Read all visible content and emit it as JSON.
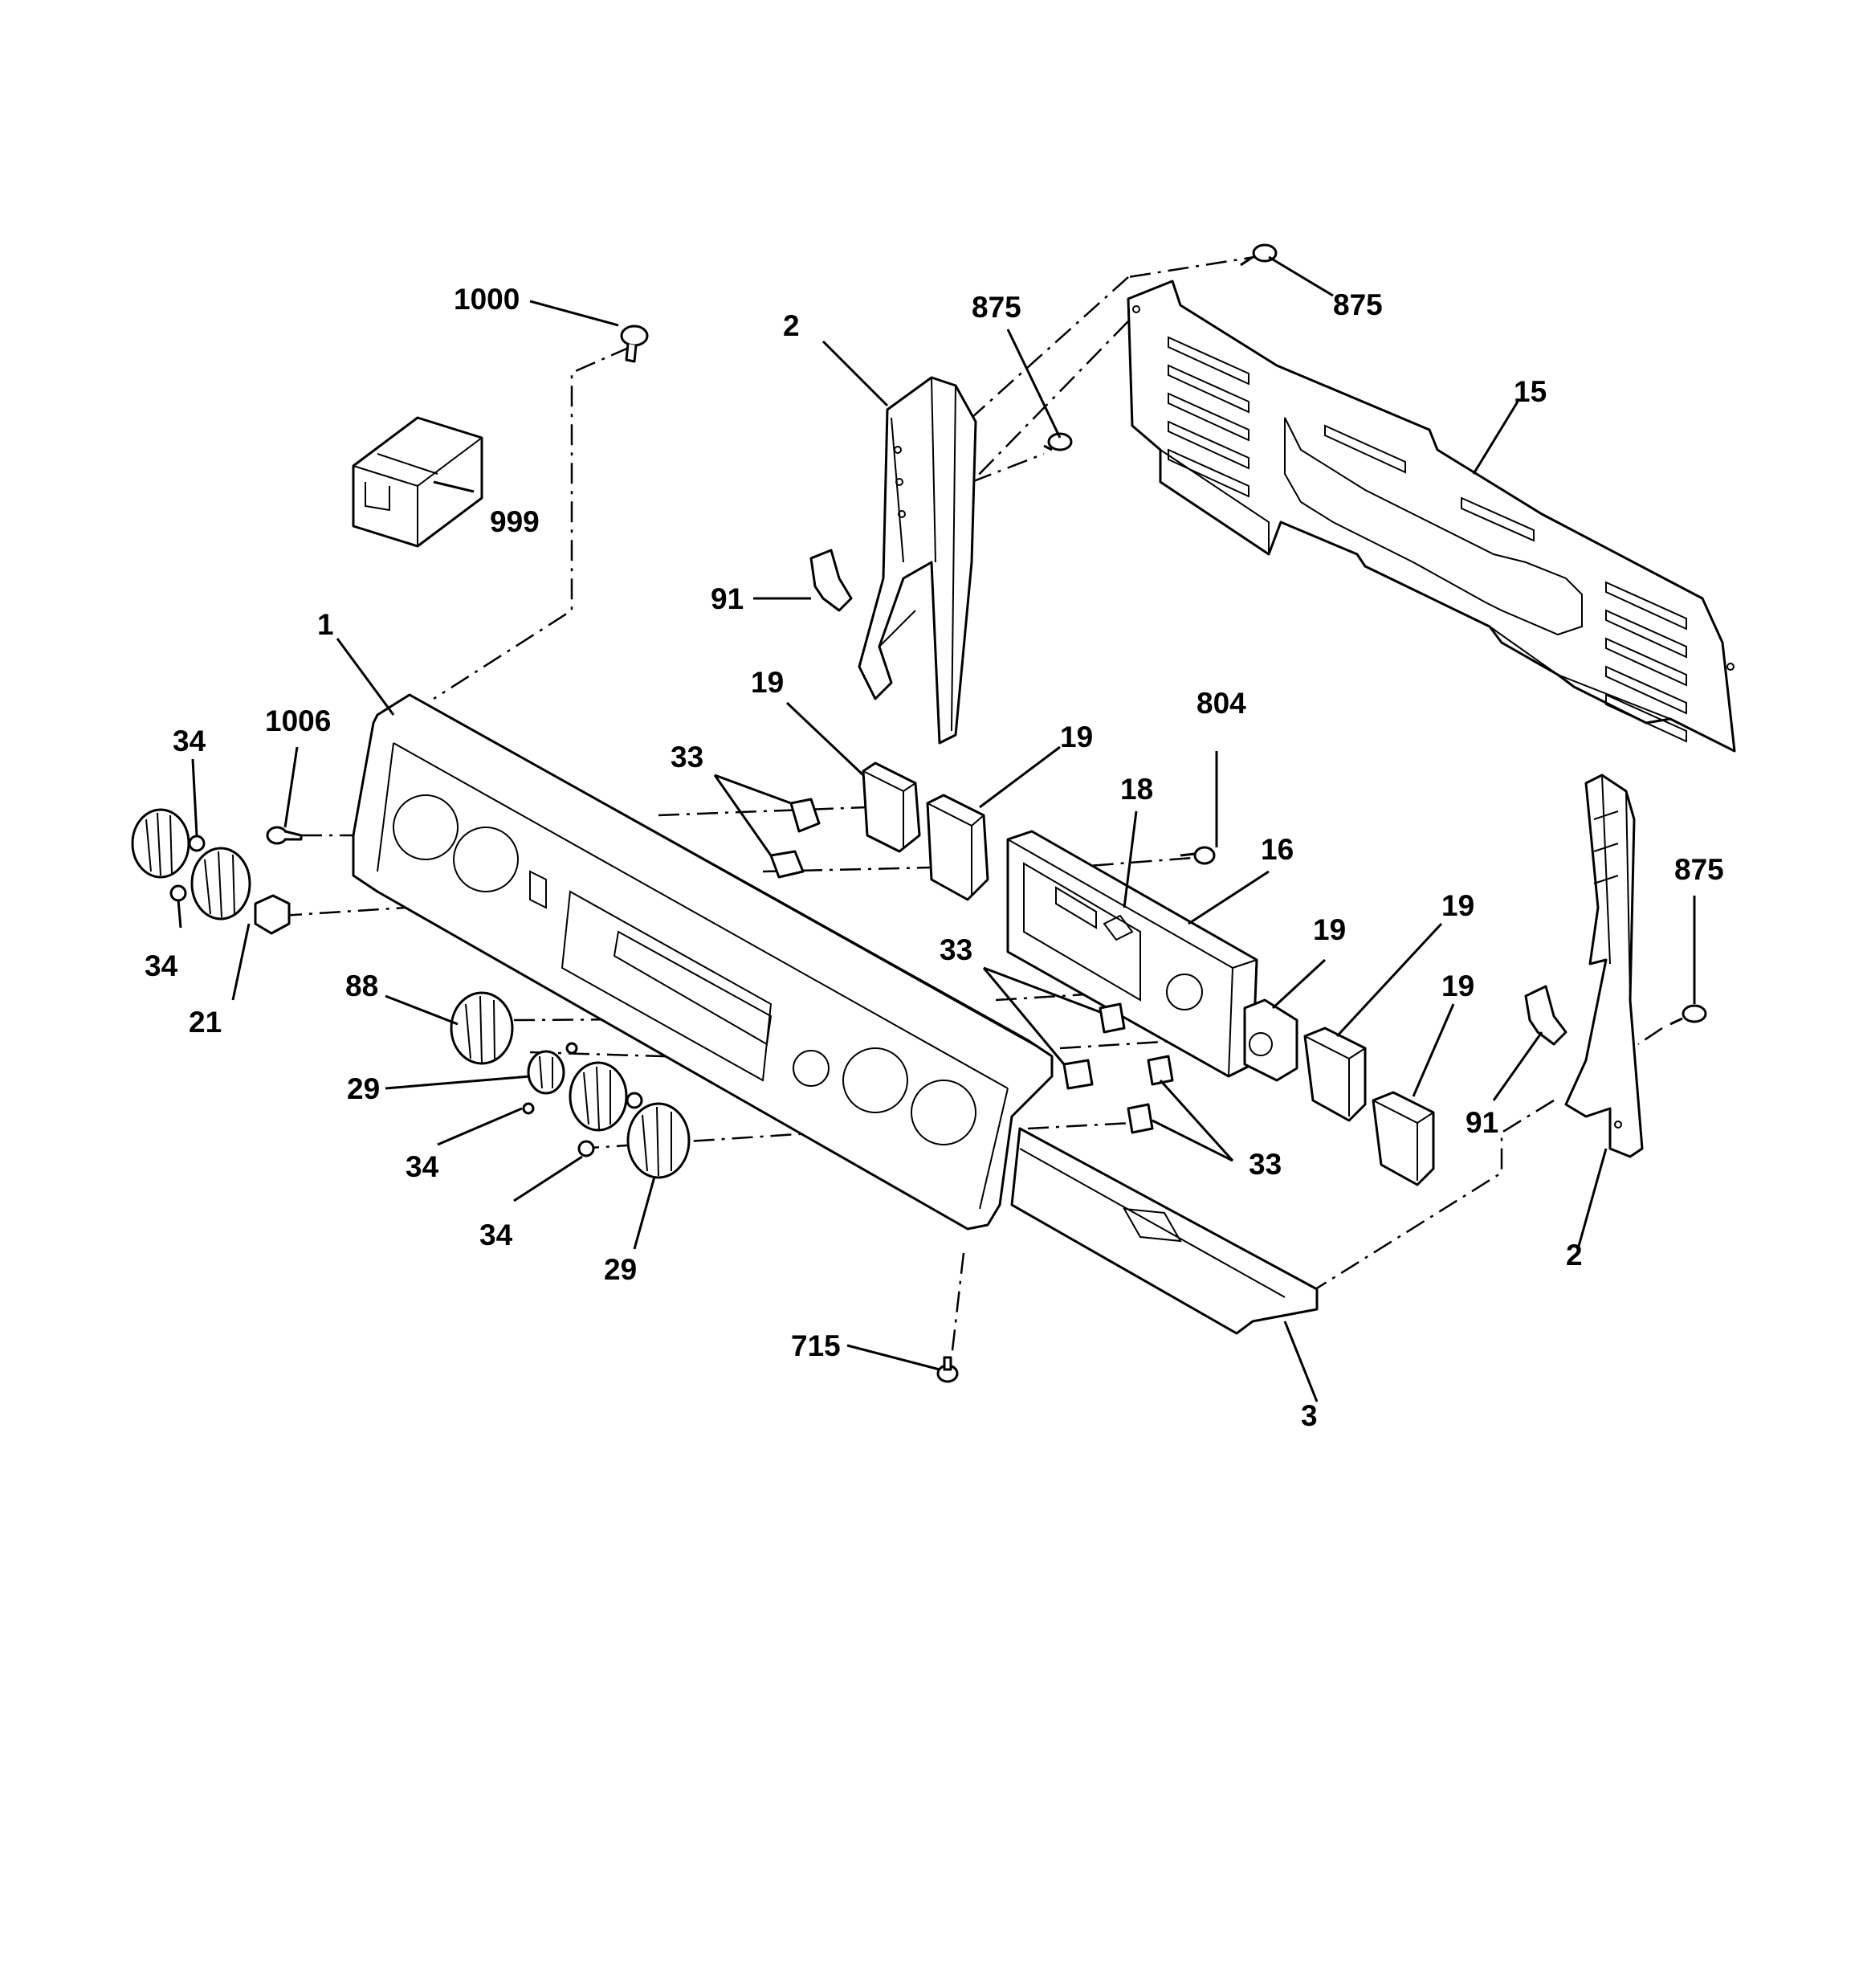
{
  "callouts": {
    "c1000": "1000",
    "c999": "999",
    "c2_top": "2",
    "c875_a": "875",
    "c875_b": "875",
    "c15": "15",
    "c91_top": "91",
    "c1": "1",
    "c1006": "1006",
    "c34_a": "34",
    "c34_b": "34",
    "c19_a": "19",
    "c19_b": "19",
    "c33_top": "33",
    "c804": "804",
    "c18": "18",
    "c16": "16",
    "c875_c": "875",
    "c21": "21",
    "c88": "88",
    "c33_mid": "33",
    "c19_c": "19",
    "c19_d": "19",
    "c19_e": "19",
    "c29_a": "29",
    "c34_c": "34",
    "c34_d": "34",
    "c29_b": "29",
    "c33_bot": "33",
    "c91_right": "91",
    "c2_right": "2",
    "c715": "715",
    "c3": "3"
  }
}
